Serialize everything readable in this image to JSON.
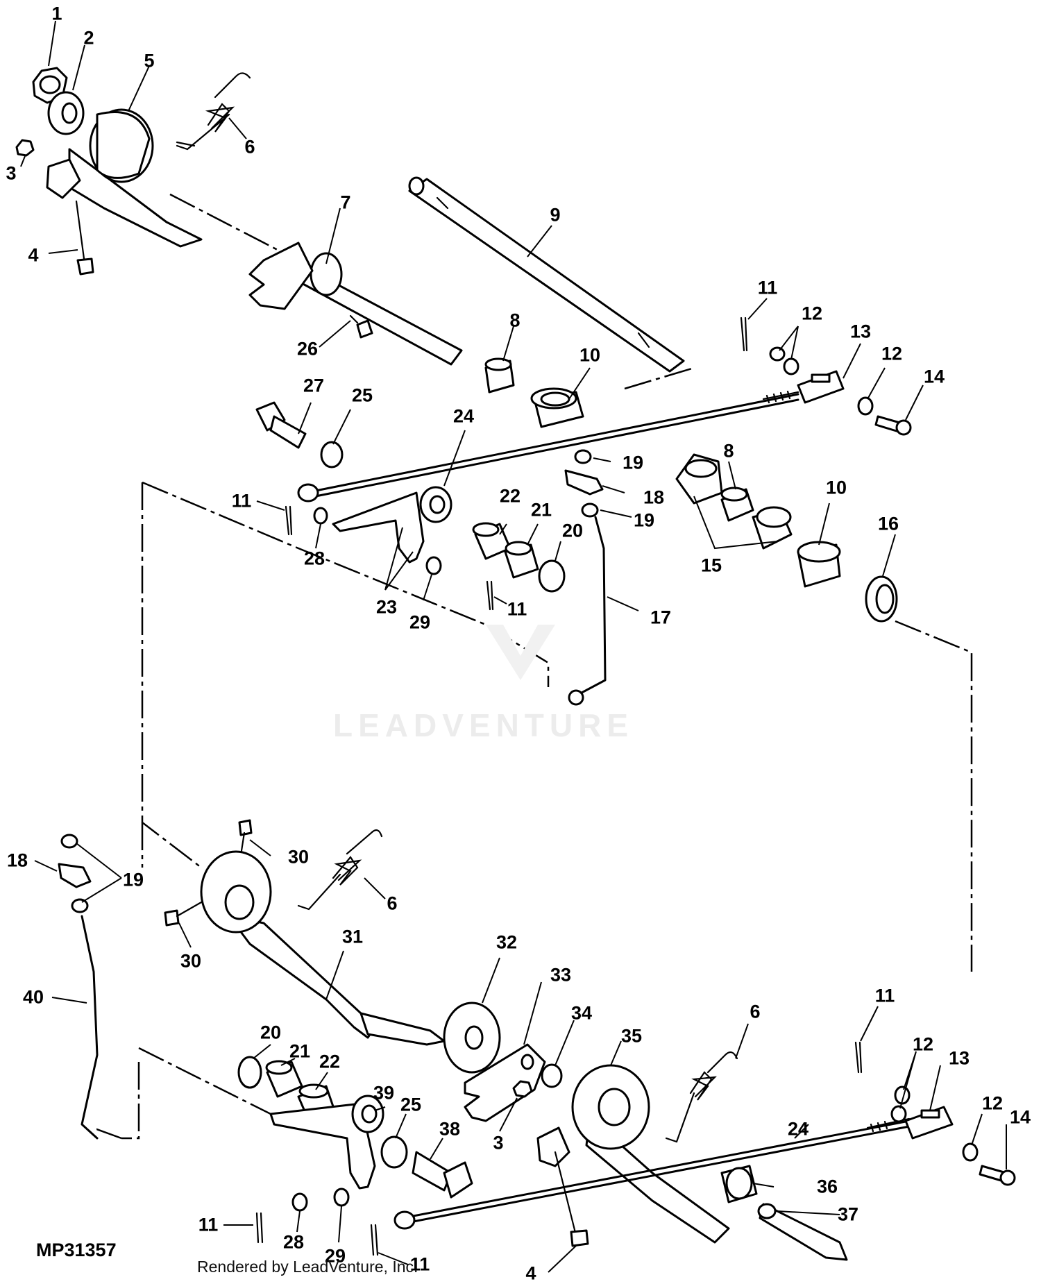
{
  "figure_id": "MP31357",
  "credit": "Rendered by LeadVenture, Inc.",
  "watermark": "LEADVENTURE",
  "callouts": {
    "c1": "1",
    "c2": "2",
    "c3a": "3",
    "c4a": "4",
    "c5": "5",
    "c6a": "6",
    "c7": "7",
    "c8a": "8",
    "c9": "9",
    "c10a": "10",
    "c11a": "11",
    "c12a": "12",
    "c13a": "13",
    "c12b": "12",
    "c14a": "14",
    "c26": "26",
    "c27": "27",
    "c25a": "25",
    "c24a": "24",
    "c19a": "19",
    "c18a": "18",
    "c19b": "19",
    "c8b": "8",
    "c10b": "10",
    "c16": "16",
    "c15": "15",
    "c11b": "11",
    "c28a": "28",
    "c22a": "22",
    "c21a": "21",
    "c20a": "20",
    "c23": "23",
    "c29a": "29",
    "c11c": "11",
    "c17": "17",
    "c18b": "18",
    "c19c": "19",
    "c30a": "30",
    "c6b": "6",
    "c30b": "30",
    "c31": "31",
    "c40": "40",
    "c32": "32",
    "c33": "33",
    "c34": "34",
    "c35": "35",
    "c6c": "6",
    "c11d": "11",
    "c12c": "12",
    "c13b": "13",
    "c12d": "12",
    "c14b": "14",
    "c24b": "24",
    "c20b": "20",
    "c21b": "21",
    "c22b": "22",
    "c39": "39",
    "c25b": "25",
    "c38": "38",
    "c3b": "3",
    "c36": "36",
    "c37": "37",
    "c11e": "11",
    "c28b": "28",
    "c29b": "29",
    "c11f": "11",
    "c4b": "4"
  }
}
